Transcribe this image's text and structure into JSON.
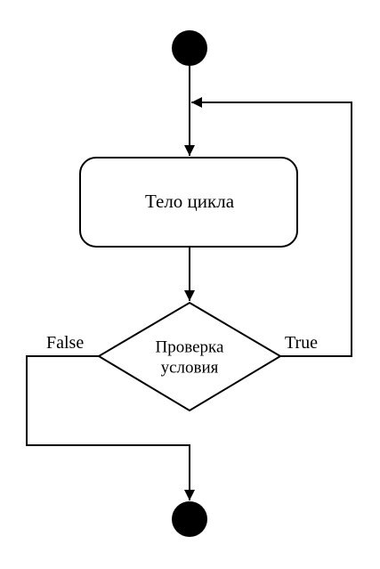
{
  "diagram": {
    "type": "flowchart",
    "nodes": {
      "start": {
        "kind": "initial"
      },
      "loop_body": {
        "kind": "action",
        "label": "Тело цикла"
      },
      "condition": {
        "kind": "decision",
        "lines": [
          "Проверка",
          "условия"
        ]
      },
      "end": {
        "kind": "final"
      }
    },
    "edges": {
      "false_label": "False",
      "true_label": "True"
    },
    "colors": {
      "stroke": "#000000",
      "fill": "#000000",
      "background": "#ffffff"
    }
  }
}
